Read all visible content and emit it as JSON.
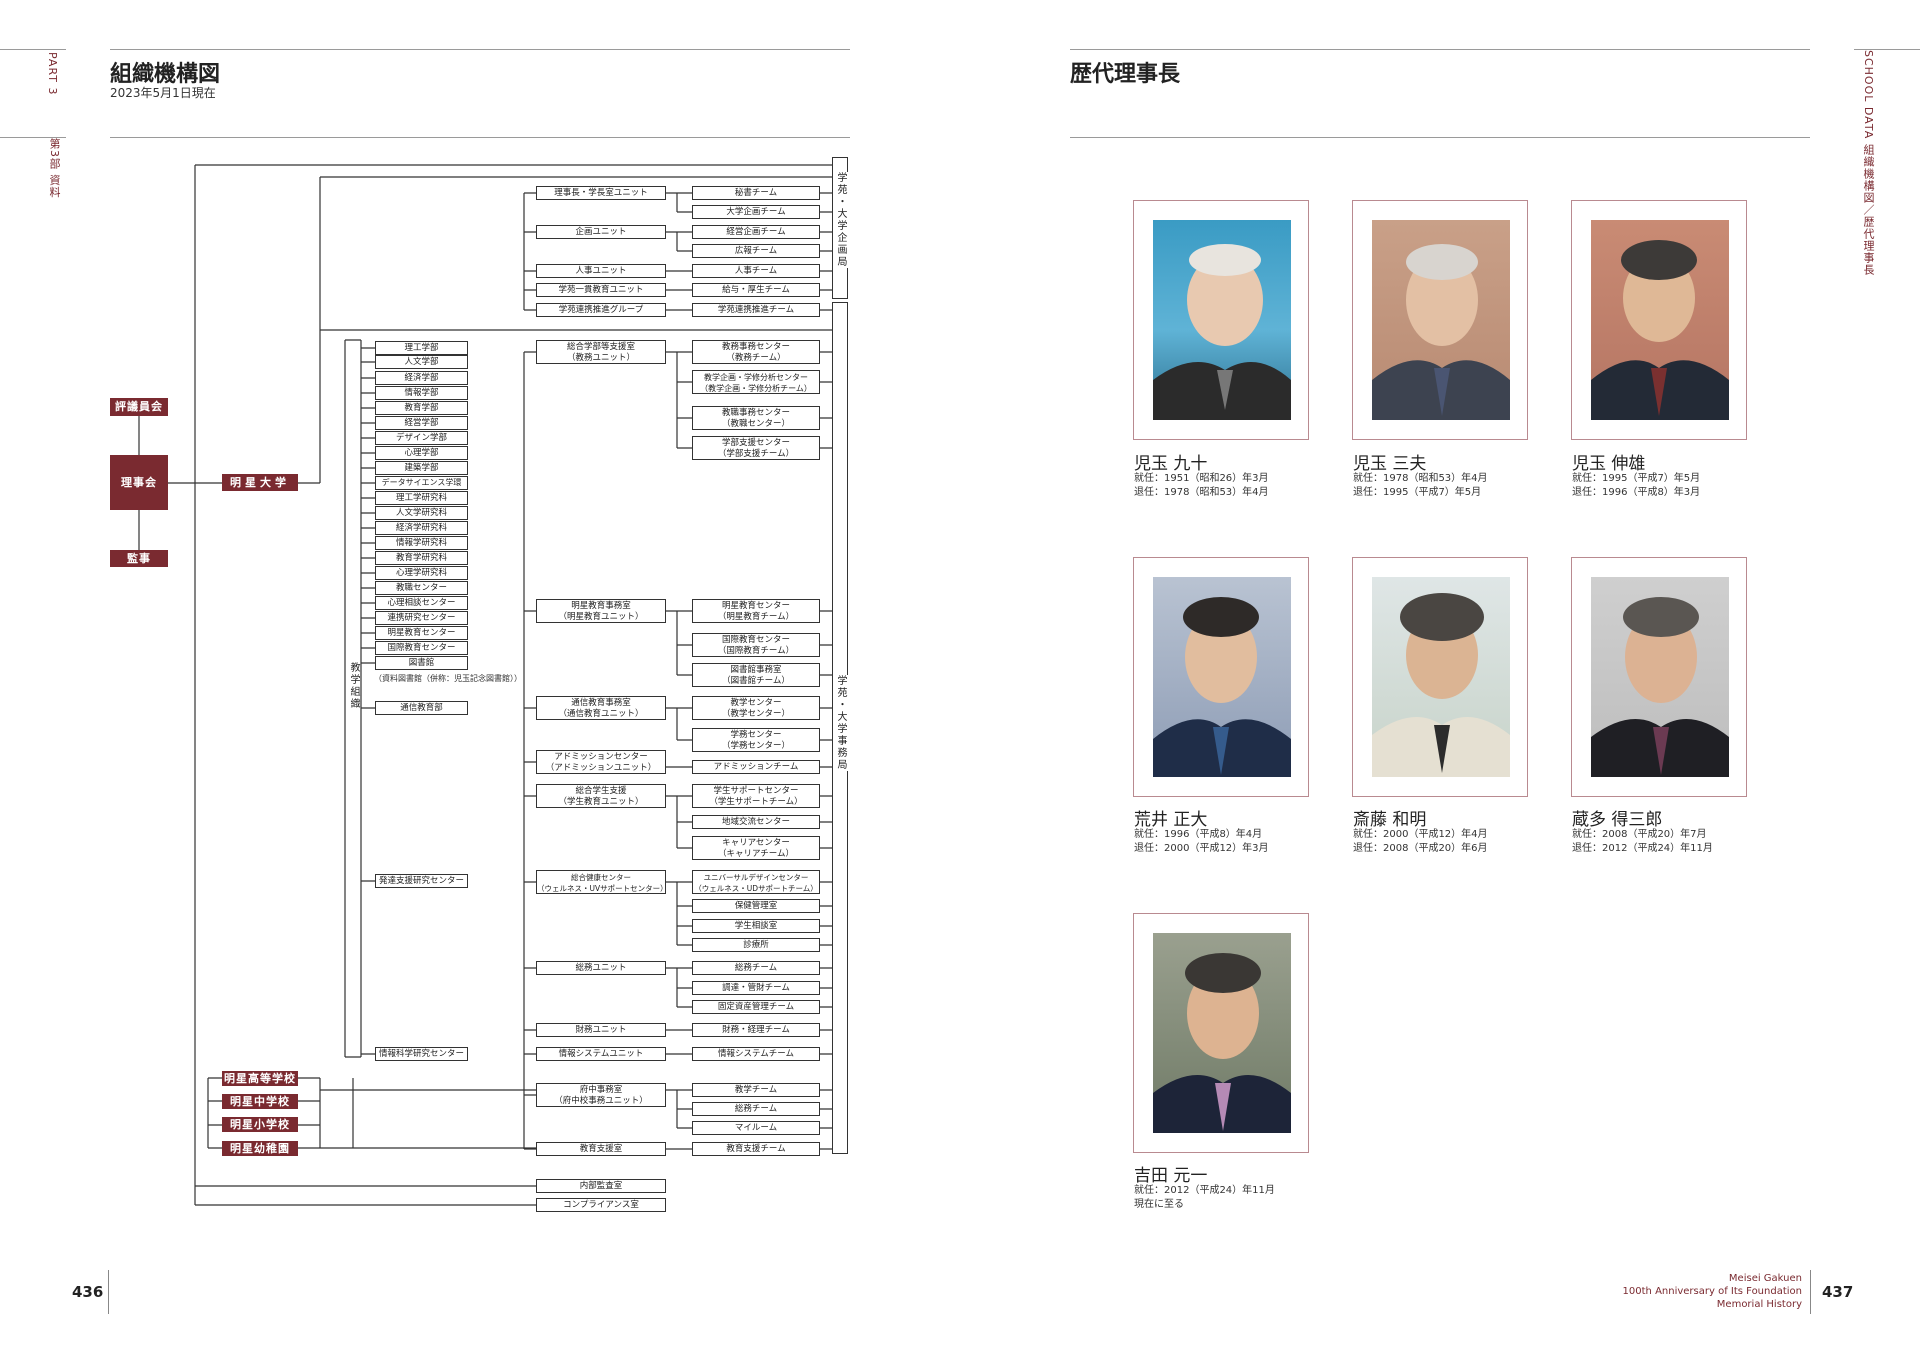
{
  "left": {
    "part": "PART 3",
    "section": "第3部 資料",
    "title": "組織機構図",
    "subtitle": "2023年5月1日現在",
    "page_number": "436"
  },
  "right": {
    "title": "歴代理事長",
    "side_tab": "SCHOOL DATA 組織機構図／歴代理事長",
    "page_number": "437",
    "footer": [
      "Meisei Gakuen",
      "100th Anniversary of Its Foundation",
      "Memorial History"
    ]
  },
  "org": {
    "governance": [
      "評議員会",
      "理事会",
      "監事"
    ],
    "university": "明星大学",
    "schools": [
      "明星高等学校",
      "明星中学校",
      "明星小学校",
      "明星幼稚園"
    ],
    "bureau1": "学苑・大学企画局",
    "bureau2": "学苑・大学事務局",
    "edu_org": "教学組織",
    "units": [
      "理事長・学長室ユニット",
      "企画ユニット",
      "人事ユニット",
      "学苑一貫教育ユニット",
      "学苑連携推進グループ"
    ],
    "teams": [
      "秘書チーム",
      "大学企画チーム",
      "経営企画チーム",
      "広報チーム",
      "人事チーム",
      "給与・厚生チーム",
      "学苑連携推進チーム"
    ],
    "faculties": [
      "理工学部",
      "人文学部",
      "経済学部",
      "情報学部",
      "教育学部",
      "経営学部",
      "デザイン学部",
      "心理学部",
      "建築学部",
      "データサイエンス学環",
      "理工学研究科",
      "人文学研究科",
      "経済学研究科",
      "情報学研究科",
      "教育学研究科",
      "心理学研究科",
      "教職センター",
      "心理相談センター",
      "連携研究センター",
      "明星教育センター",
      "国際教育センター",
      "図書館"
    ],
    "library_note": "（資料図書館（併称：児玉記念図書館））",
    "other_units": [
      "通信教育部",
      "発達支援研究センター",
      "情報科学研究センター"
    ],
    "offices": [
      "総合学部等支援室\n（教務ユニット）",
      "明星教育事務室\n（明星教育ユニット）",
      "通信教育事務室\n（通信教育ユニット）",
      "アドミッションセンター\n（アドミッションユニット）",
      "総合学生支援\n（学生教育ユニット）",
      "総合健康センター\n（ウェルネス・UVサポートセンター）"
    ],
    "office_teams": [
      "教務事務センター\n（教務チーム）",
      "教学企画・学修分析センター\n（教学企画・学修分析チーム）",
      "教職事務センター\n（教職センター）",
      "学部支援センター\n（学部支援チーム）",
      "明星教育センター\n（明星教育チーム）",
      "国際教育センター\n（国際教育チーム）",
      "図書館事務室\n（図書館チーム）",
      "教学センター\n（教学センター）",
      "学務センター\n（学務センター）",
      "学生サポートセンター\n（学生サポートチーム）",
      "キャリアセンター\n（キャリアチーム）",
      "ユニバーサルデザインセンター\n（ウェルネス・UDサポートチーム）"
    ],
    "single_teams": [
      "アドミッションチーム",
      "地域交流センター",
      "保健管理室",
      "学生相談室",
      "診療所"
    ],
    "admin_units": [
      "総務ユニット",
      "財務ユニット",
      "情報システムユニット",
      "府中事務室\n（府中校事務ユニット）",
      "教育支援室",
      "内部監査室",
      "コンプライアンス室"
    ],
    "admin_teams": [
      "総務チーム",
      "調達・管財チーム",
      "固定資産管理チーム",
      "財務・経理チーム",
      "情報システムチーム",
      "教学チーム",
      "総務チーム",
      "マイルーム",
      "教育支援チーム"
    ]
  },
  "chairmen": [
    {
      "name": "児玉 九十",
      "term1": "就任：1951（昭和26）年3月",
      "term2": "退任：1978（昭和53）年4月",
      "icon": "portrait-photo"
    },
    {
      "name": "児玉 三夫",
      "term1": "就任：1978（昭和53）年4月",
      "term2": "退任：1995（平成7）年5月",
      "icon": "portrait-photo"
    },
    {
      "name": "児玉 伸雄",
      "term1": "就任：1995（平成7）年5月",
      "term2": "退任：1996（平成8）年3月",
      "icon": "portrait-photo"
    },
    {
      "name": "荒井 正大",
      "term1": "就任：1996（平成8）年4月",
      "term2": "退任：2000（平成12）年3月",
      "icon": "portrait-photo"
    },
    {
      "name": "斎藤 和明",
      "term1": "就任：2000（平成12）年4月",
      "term2": "退任：2008（平成20）年6月",
      "icon": "portrait-photo"
    },
    {
      "name": "蔵多 得三郎",
      "term1": "就任：2008（平成20）年7月",
      "term2": "退任：2012（平成24）年11月",
      "icon": "portrait-photo"
    },
    {
      "name": "吉田 元一",
      "term1": "就任：2012（平成24）年11月",
      "term2": "現在に至る",
      "icon": "portrait-photo"
    }
  ],
  "colors": {
    "accent": "#7a2a30",
    "line": "#333333",
    "frame": "#b98a90"
  }
}
